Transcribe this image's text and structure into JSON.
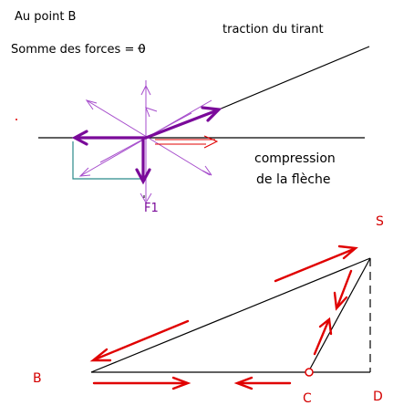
{
  "labels": {
    "title": "Au point B",
    "sum_prefix": "Somme des forces = ",
    "sum_zero": "0",
    "traction": "traction du tirant",
    "compression_line1": "compression",
    "compression_line2": "de la flèche",
    "f1": "F1",
    "point_s": "S",
    "point_b": "B",
    "point_c": "C",
    "point_d": "D"
  },
  "colors": {
    "purple": "#7a0a9a",
    "purple_light": "#a64dcc",
    "red": "#e00000",
    "teal": "#2a8a8a",
    "black": "#000000"
  }
}
